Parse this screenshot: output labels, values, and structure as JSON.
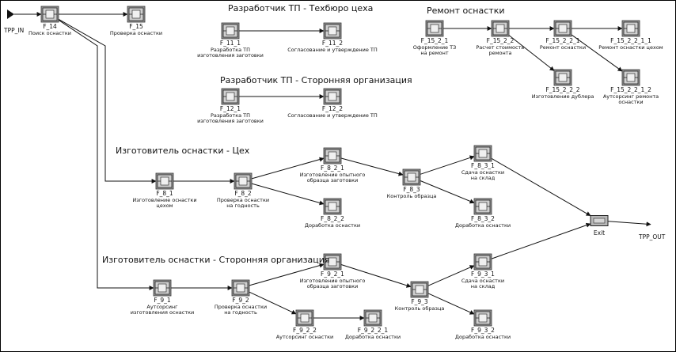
{
  "ports": {
    "input": "TPP_IN",
    "output": "TPP_OUT"
  },
  "groups": [
    {
      "id": "g-tb",
      "title": "Разработчик ТП - Техбюро цеха"
    },
    {
      "id": "g-so",
      "title": "Разработчик ТП - Сторонняя организация"
    },
    {
      "id": "g-rem",
      "title": "Ремонт оснастки"
    },
    {
      "id": "g-ceh",
      "title": "Изготовитель оснастки - Цех"
    },
    {
      "id": "g-sto",
      "title": "Изготовитель оснастки - Сторонняя организация"
    }
  ],
  "nodes": [
    {
      "id": "F_14",
      "label": "F_14",
      "desc": [
        "Поиск оснастки"
      ]
    },
    {
      "id": "F_15",
      "label": "F_15",
      "desc": [
        "Проверка оснастки"
      ]
    },
    {
      "id": "F_11_1",
      "label": "F_11_1",
      "desc": [
        "Разработка ТП",
        "изготовления заготовки"
      ]
    },
    {
      "id": "F_11_2",
      "label": "F_11_2",
      "desc": [
        "Согласование и утверждение ТП"
      ]
    },
    {
      "id": "F_12_1",
      "label": "F_12_1",
      "desc": [
        "Разработка ТП",
        "изготовления заготовки"
      ]
    },
    {
      "id": "F_12_2",
      "label": "F_12_2",
      "desc": [
        "Согласование и утверждение ТП"
      ]
    },
    {
      "id": "F_15_2_1",
      "label": "F_15_2_1",
      "desc": [
        "Оформление ТЗ",
        "на ремонт"
      ]
    },
    {
      "id": "F_15_2_2",
      "label": "F_15_2_2",
      "desc": [
        "Расчет стоимости",
        "ремонта"
      ]
    },
    {
      "id": "F_15_2_2_1",
      "label": "F_15_2_2_1",
      "desc": [
        "Ремонт оснастки"
      ]
    },
    {
      "id": "F_15_2_2_1_1",
      "label": "F_15_2_2_1_1",
      "desc": [
        "Ремонт оснастки цехом"
      ]
    },
    {
      "id": "F_15_2_2_2",
      "label": "F_15_2_2_2",
      "desc": [
        "Изготовление дублера"
      ]
    },
    {
      "id": "F_15_2_2_1_2",
      "label": "F_15_2_2_1_2",
      "desc": [
        "Аутсорсинг ремонта",
        "оснастки"
      ]
    },
    {
      "id": "F_8_1",
      "label": "F_8_1",
      "desc": [
        "Изготовление оснастки",
        "цехом"
      ]
    },
    {
      "id": "F_8_2",
      "label": "F_8_2",
      "desc": [
        "Проверка оснастки",
        "на годность"
      ]
    },
    {
      "id": "F_8_2_1",
      "label": "F_8_2_1",
      "desc": [
        "Изготовление опытного",
        "образца заготовки"
      ]
    },
    {
      "id": "F_8_2_2",
      "label": "F_8_2_2",
      "desc": [
        "Доработка оснастки"
      ]
    },
    {
      "id": "F_8_3",
      "label": "F_8_3",
      "desc": [
        "Контроль образца"
      ]
    },
    {
      "id": "F_8_3_1",
      "label": "F_8_3_1",
      "desc": [
        "Сдача оснастки",
        "на склад"
      ]
    },
    {
      "id": "F_8_3_2",
      "label": "F_8_3_2",
      "desc": [
        "Доработка оснастки"
      ]
    },
    {
      "id": "Exit",
      "label": "Exit",
      "desc": []
    },
    {
      "id": "F_9_1",
      "label": "F_9_1",
      "desc": [
        "Аутсорсинг",
        "изготовления оснастки"
      ]
    },
    {
      "id": "F_9_2",
      "label": "F_9_2",
      "desc": [
        "Проверка оснастки",
        "на годность"
      ]
    },
    {
      "id": "F_9_2_1",
      "label": "F_9_2_1",
      "desc": [
        "Изготовление опытного",
        "образца заготовки"
      ]
    },
    {
      "id": "F_9_2_2",
      "label": "F_9_2_2",
      "desc": [
        "Аутсорсинг оснастки"
      ]
    },
    {
      "id": "F_9_2_2_1",
      "label": "F_9_2_2_1",
      "desc": [
        "Доработка оснастки"
      ]
    },
    {
      "id": "F_9_3",
      "label": "F_9_3",
      "desc": [
        "Контроль образца"
      ]
    },
    {
      "id": "F_9_3_1",
      "label": "F_9_3_1",
      "desc": [
        "Сдача оснастки",
        "на склад"
      ]
    },
    {
      "id": "F_9_3_2",
      "label": "F_9_3_2",
      "desc": [
        "Доработка оснастки"
      ]
    }
  ],
  "edges": [
    [
      "TPP_IN",
      "F_14"
    ],
    [
      "F_14",
      "F_15"
    ],
    [
      "F_14",
      "F_8_1"
    ],
    [
      "F_14",
      "F_9_1"
    ],
    [
      "F_11_1",
      "F_11_2"
    ],
    [
      "F_12_1",
      "F_12_2"
    ],
    [
      "F_15_2_1",
      "F_15_2_2"
    ],
    [
      "F_15_2_2",
      "F_15_2_2_1"
    ],
    [
      "F_15_2_2_1",
      "F_15_2_2_1_1"
    ],
    [
      "F_15_2_2",
      "F_15_2_2_2"
    ],
    [
      "F_15_2_2_1",
      "F_15_2_2_1_2"
    ],
    [
      "F_8_1",
      "F_8_2"
    ],
    [
      "F_8_2",
      "F_8_2_1"
    ],
    [
      "F_8_2",
      "F_8_2_2"
    ],
    [
      "F_8_2_1",
      "F_8_3"
    ],
    [
      "F_8_3",
      "F_8_3_1"
    ],
    [
      "F_8_3",
      "F_8_3_2"
    ],
    [
      "F_8_3_1",
      "Exit"
    ],
    [
      "F_9_1",
      "F_9_2"
    ],
    [
      "F_9_2",
      "F_9_2_1"
    ],
    [
      "F_9_2",
      "F_9_2_2"
    ],
    [
      "F_9_2_2",
      "F_9_2_2_1"
    ],
    [
      "F_9_2_1",
      "F_9_3"
    ],
    [
      "F_9_3",
      "F_9_3_1"
    ],
    [
      "F_9_3",
      "F_9_3_2"
    ],
    [
      "F_9_3_1",
      "Exit"
    ],
    [
      "Exit",
      "TPP_OUT"
    ]
  ]
}
